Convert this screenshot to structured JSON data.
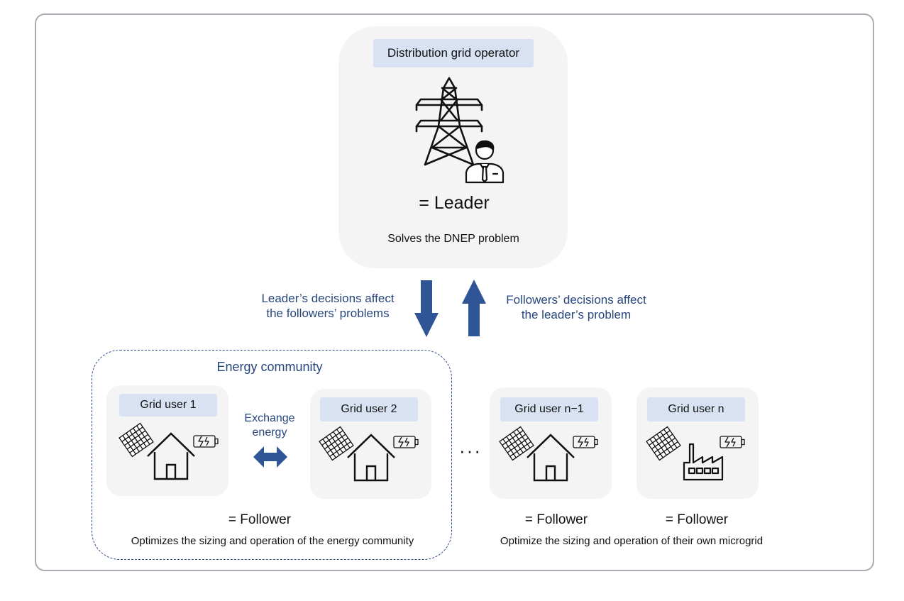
{
  "leader": {
    "tag": "Distribution grid operator",
    "label": "= Leader",
    "description": "Solves the DNEP problem"
  },
  "arrows": {
    "down_text_line1": "Leader’s decisions affect",
    "down_text_line2": "the followers’ problems",
    "up_text_line1": "Followers’ decisions affect",
    "up_text_line2": "the leader’s problem"
  },
  "community": {
    "title": "Energy community",
    "exchange_line1": "Exchange",
    "exchange_line2": "energy",
    "follower_label": "= Follower",
    "description": "Optimizes the sizing and operation of the energy community"
  },
  "users": [
    {
      "label": "Grid user 1",
      "building": "house-icon"
    },
    {
      "label": "Grid user 2",
      "building": "house-icon"
    },
    {
      "label": "Grid user n−1",
      "building": "house-icon"
    },
    {
      "label": "Grid user n",
      "building": "factory-icon"
    }
  ],
  "ellipsis": "···",
  "independent": {
    "follower_label_1": "= Follower",
    "follower_label_2": "= Follower",
    "description": "Optimize the sizing and operation of their own microgrid"
  },
  "colors": {
    "arrow": "#2f5597",
    "tag_bg": "#d8e2f2",
    "panel_bg": "#f4f4f4",
    "dashed_border": "#2c4c8a"
  }
}
